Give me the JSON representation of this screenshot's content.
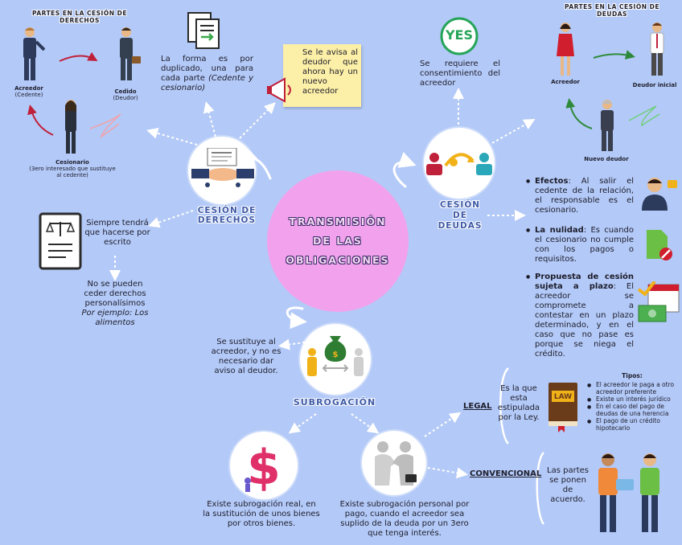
{
  "colors": {
    "background": "#b3c9f7",
    "center_circle": "#f2a2ed",
    "heading": "#3f5aa6",
    "sticky_note": "#fcefa7"
  },
  "center": {
    "line1": "TRANSMISIÓN",
    "line2": "DE LAS",
    "line3": "OBLIGACIONES"
  },
  "cesion_derechos": {
    "title_line1": "CESIÓN DE",
    "title_line2": "DERECHOS",
    "parts_title_line1": "PARTES EN LA CESIÓN DE",
    "parts_title_line2": "DERECHOS",
    "acreedor": {
      "name": "Acreedor",
      "role": "(Cedente)"
    },
    "cedido": {
      "name": "Cedido",
      "role": "(Deudor)"
    },
    "cesionario": {
      "name": "Cesionario",
      "role_line1": "(3ero interesado que sustituye",
      "role_line2": "al cedente)"
    },
    "duplicado_text": "La forma es por duplicado, una para cada parte",
    "duplicado_italic": "(Cedente y cesionario)",
    "aviso": "Se le avisa al deudor que ahora hay un nuevo acreedor",
    "escrito": "Siempre tendrá que hacerse por escrito",
    "personalisimos": "No se pueden ceder derechos personalísimos",
    "ejemplo": "Por ejemplo: Los alimentos",
    "icons": [
      "document-copy-icon",
      "megaphone-icon",
      "handshake-icon",
      "contract-scale-icon"
    ]
  },
  "cesion_deudas": {
    "title_line1": "CESIÓN",
    "title_line2": "DE",
    "title_line3": "DEUDAS",
    "parts_title_line1": "PARTES EN LA CESIÓN DE",
    "parts_title_line2": "DEUDAS",
    "acreedor": "Acreedor",
    "deudor_inicial": "Deudor inicial",
    "nuevo_deudor": "Nuevo deudor",
    "yes_label": "YES",
    "consentimiento": "Se requiere el consentimiento del acreedor",
    "items": [
      {
        "term": "Efectos",
        "sep": ":",
        "text": " Al salir el cedente de la relación, el responsable es el cesionario."
      },
      {
        "term": "La nulidad",
        "sep": ":",
        "text": " Es cuando el cesionario no cumple con los pagos o requisitos."
      },
      {
        "term": "Propuesta de cesión sujeta a plazo",
        "sep": ":",
        "text": " El acreedor se compromete a contestar en un plazo determinado, y en el caso que no pase es porque se niega el crédito."
      }
    ],
    "icons": [
      "yes-circle-icon",
      "transfer-people-icon",
      "businessman-icon",
      "rejected-document-icon",
      "calendar-money-icon"
    ]
  },
  "subrogacion": {
    "title": "SUBROGACIÓN",
    "sustituye": "Se sustituye al acreedor, y no es necesario dar aviso al deudor.",
    "real": "Existe subrogación real, en la sustitución de unos bienes por otros bienes.",
    "personal": "Existe subrogación personal por pago, cuando el acreedor sea suplido de la deuda por un 3ero que tenga interés.",
    "legal": {
      "label": "LEGAL",
      "text": "Es la que esta estipulada por la Ley.",
      "tipos_title": "Tipos:",
      "tipos": [
        "El acreedor le paga a otro acreedor preferente",
        "Existe un interés jurídico",
        "En el caso del pago de deudas de una herencia",
        "El pago de un crédito hipotecario"
      ],
      "book_label": "LAW"
    },
    "convencional": {
      "label": "CONVENCIONAL",
      "text": "Las partes se ponen de acuerdo."
    },
    "icons": [
      "money-bag-exchange-icon",
      "dollar-sign-icon",
      "people-handshake-icon",
      "law-book-icon",
      "two-people-icon"
    ]
  }
}
